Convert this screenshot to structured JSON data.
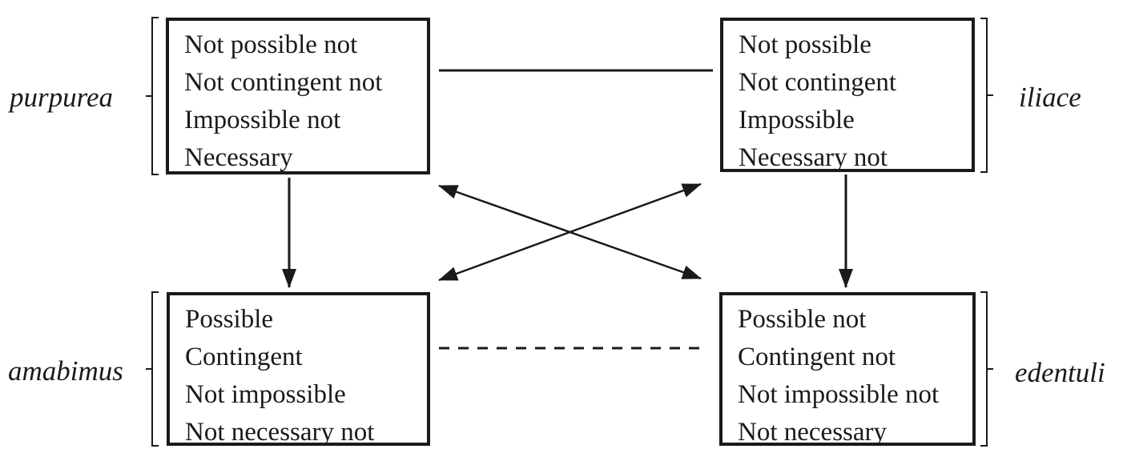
{
  "diagram": {
    "type": "modal-square-of-opposition",
    "colors": {
      "ink": "#1a1a1a",
      "background": "#ffffff"
    },
    "boxes": {
      "top_left": {
        "mnemonic": "purpurea",
        "label_side": "left",
        "lines": [
          "Not possible not",
          "Not contingent not",
          "Impossible not",
          "Necessary"
        ]
      },
      "top_right": {
        "mnemonic": "iliace",
        "label_side": "right",
        "lines": [
          "Not possible",
          "Not contingent",
          "Impossible",
          "Necessary not"
        ]
      },
      "bottom_left": {
        "mnemonic": "amabimus",
        "label_side": "left",
        "lines": [
          "Possible",
          "Contingent",
          "Not impossible",
          "Not necessary not"
        ]
      },
      "bottom_right": {
        "mnemonic": "edentuli",
        "label_side": "right",
        "lines": [
          "Possible not",
          "Contingent not",
          "Not impossible not",
          "Not necessary"
        ]
      }
    },
    "connectors": {
      "top_horizontal": {
        "style": "solid-line",
        "arrowheads": "none",
        "from": "purpurea",
        "to": "iliace"
      },
      "bottom_horizontal": {
        "style": "dashed-line",
        "arrowheads": "none",
        "from": "amabimus",
        "to": "edentuli"
      },
      "left_vertical": {
        "style": "solid-line",
        "arrowheads": "end",
        "from": "purpurea",
        "to": "amabimus"
      },
      "right_vertical": {
        "style": "solid-line",
        "arrowheads": "end",
        "from": "iliace",
        "to": "edentuli"
      },
      "diagonal_a": {
        "style": "solid-line",
        "arrowheads": "both",
        "from": "purpurea",
        "to": "edentuli"
      },
      "diagonal_b": {
        "style": "solid-line",
        "arrowheads": "both",
        "from": "iliace",
        "to": "amabimus"
      }
    }
  }
}
